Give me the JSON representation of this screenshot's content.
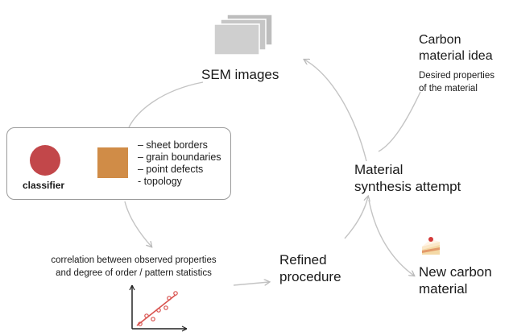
{
  "sem_label": "SEM images",
  "idea": {
    "title_line1": "Carbon",
    "title_line2": "material idea",
    "desc_line1": "Desired properties",
    "desc_line2": "of the material"
  },
  "synthesis": {
    "line1": "Material",
    "line2": "synthesis attempt"
  },
  "refined": {
    "line1": "Refined",
    "line2": "procedure"
  },
  "new_material": {
    "line1": "New carbon",
    "line2": "material"
  },
  "classifier": {
    "label": "classifier",
    "features": [
      "– sheet borders",
      "– grain boundaries",
      "– point defects",
      "- topology"
    ]
  },
  "correlation": {
    "line1": "correlation between observed properties",
    "line2": "and degree of order / pattern statistics"
  },
  "colors": {
    "classifier_circle": "#c2474a",
    "feature_square": "#d08c47",
    "stack_gray": "#c8c8c8",
    "arrow_gray": "#c4c4c4",
    "plot_point": "#d9534f"
  },
  "icons": {
    "sem_stack": "stacked-images-icon",
    "cake": "cake-slice-icon",
    "plot": "scatter-plot-icon"
  }
}
